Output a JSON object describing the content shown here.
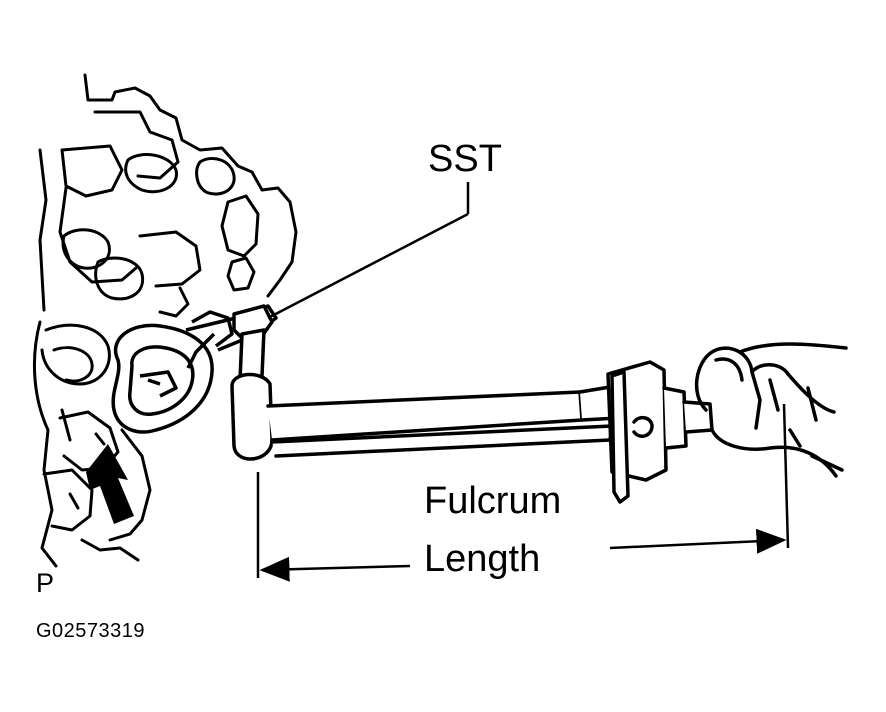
{
  "labels": {
    "sst": "SST",
    "fulcrum_line1": "Fulcrum",
    "fulcrum_line2": "Length",
    "corner_mark": "P",
    "figure_id": "G02573319"
  },
  "colors": {
    "ink": "#000000",
    "paper": "#ffffff"
  }
}
